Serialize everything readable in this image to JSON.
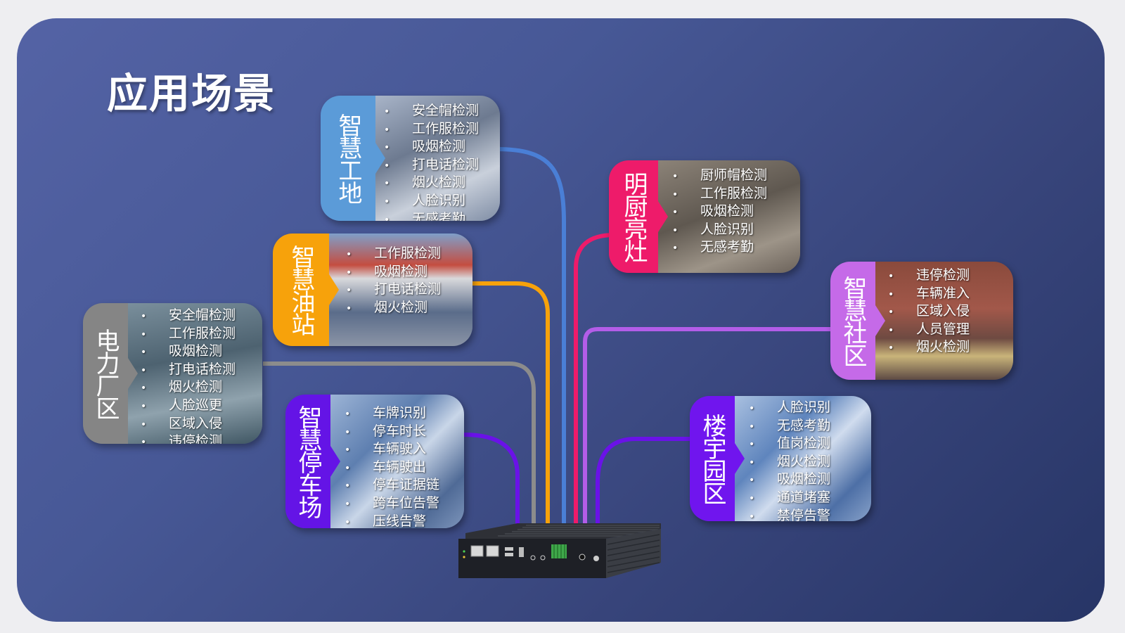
{
  "page": {
    "title": "应用场景"
  },
  "colors": {
    "site": "#5b9bd8",
    "kitchen": "#ee1b6a",
    "gas": "#f7a20b",
    "community": "#c56ae8",
    "power": "#858585",
    "parking": "#6414e6",
    "building": "#7015ee"
  },
  "cards": {
    "site": {
      "title": "智慧工地",
      "items": [
        "安全帽检测",
        "工作服检测",
        "吸烟检测",
        "打电话检测",
        "烟火检测",
        "人脸识别",
        "无感考勤"
      ]
    },
    "kitchen": {
      "title": "明厨亮灶",
      "items": [
        "厨师帽检测",
        "工作服检测",
        "吸烟检测",
        "人脸识别",
        "无感考勤"
      ]
    },
    "gas": {
      "title": "智慧油站",
      "items": [
        "工作服检测",
        "吸烟检测",
        "打电话检测",
        "烟火检测"
      ]
    },
    "community": {
      "title": "智慧社区",
      "items": [
        "违停检测",
        "车辆准入",
        "区域入侵",
        "人员管理",
        "烟火检测"
      ]
    },
    "power": {
      "title": "电力厂区",
      "items": [
        "安全帽检测",
        "工作服检测",
        "吸烟检测",
        "打电话检测",
        "烟火检测",
        "人脸巡更",
        "区域入侵",
        "违停检测"
      ]
    },
    "parking": {
      "title": "智慧停车场",
      "items": [
        "车牌识别",
        "停车时长",
        "车辆驶入",
        "车辆驶出",
        "停车证据链",
        "跨车位告警",
        "压线告警"
      ]
    },
    "building": {
      "title": "楼宇园区",
      "items": [
        "人脸识别",
        "无感考勤",
        "值岗检测",
        "烟火检测",
        "吸烟检测",
        "通道堵塞",
        "禁停告警"
      ]
    }
  }
}
